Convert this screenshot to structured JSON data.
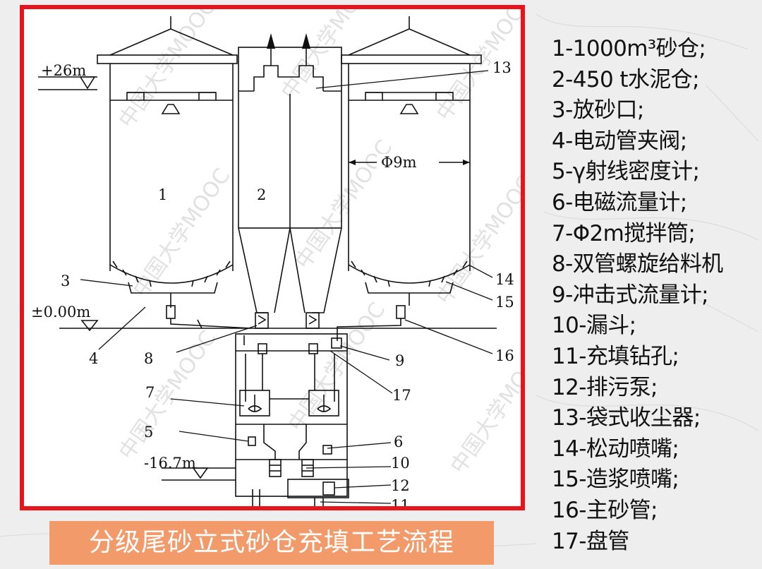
{
  "diagram": {
    "elevations": {
      "top": "+26m",
      "ground": "±0.00m",
      "bottom": "-16.7m"
    },
    "diameter_label": "Φ9m",
    "callouts": [
      "1",
      "2",
      "3",
      "4",
      "5",
      "6",
      "7",
      "8",
      "9",
      "10",
      "11",
      "12",
      "13",
      "14",
      "15",
      "16",
      "17"
    ],
    "watermark": "中国大学MOOC"
  },
  "legend": [
    "1-1000m³砂仓;",
    "2-450 t水泥仓;",
    "3-放砂口;",
    "4-电动管夹阀;",
    "5-γ射线密度计;",
    "6-电磁流量计;",
    "7-Φ2m搅拌筒;",
    "8-双管螺旋给料机",
    "9-冲击式流量计;",
    "10-漏斗;",
    "11-充填钻孔;",
    "12-排污泵;",
    "13-袋式收尘器;",
    "14-松动喷嘴;",
    "15-造浆喷嘴;",
    "16-主砂管;",
    "17-盘管"
  ],
  "caption": "分级尾砂立式砂仓充填工艺流程"
}
